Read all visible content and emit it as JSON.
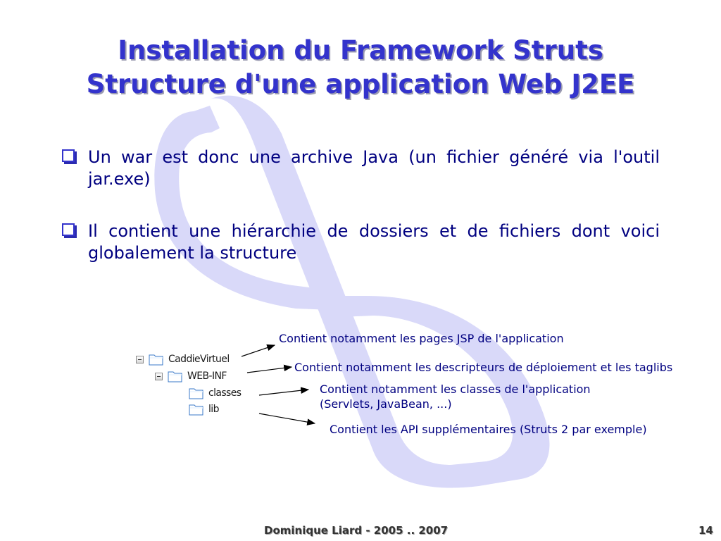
{
  "slide": {
    "title_line1": "Installation du Framework Struts",
    "title_line2": "Structure d'une application Web J2EE",
    "colors": {
      "title": "#3333cc",
      "body_text": "#000080",
      "watermark": "#d8d8f8"
    },
    "bullets": [
      {
        "icon": "square-bullet-icon",
        "text": "Un war est donc une archive Java (un fichier généré via l'outil jar.exe)"
      },
      {
        "icon": "square-bullet-icon",
        "text": "Il contient une hiérarchie de dossiers et de fichiers dont voici globalement la structure"
      }
    ],
    "tree": [
      {
        "label": "CaddieVirtuel",
        "expanded": true,
        "level": 0
      },
      {
        "label": "WEB-INF",
        "expanded": true,
        "level": 1
      },
      {
        "label": "classes",
        "level": 2
      },
      {
        "label": "lib",
        "level": 2
      }
    ],
    "annotations": [
      {
        "text": "Contient notamment les pages JSP de l'application"
      },
      {
        "text": "Contient notamment les descripteurs de déploiement et les taglibs"
      },
      {
        "text": "Contient notamment les classes de l'application",
        "text2": "(Servlets, JavaBean, ...)"
      },
      {
        "text": "Contient les API supplémentaires (Struts 2 par exemple)"
      }
    ],
    "footer": {
      "author": "Dominique Liard - 2005 .. 2007",
      "page_number": "14"
    }
  }
}
